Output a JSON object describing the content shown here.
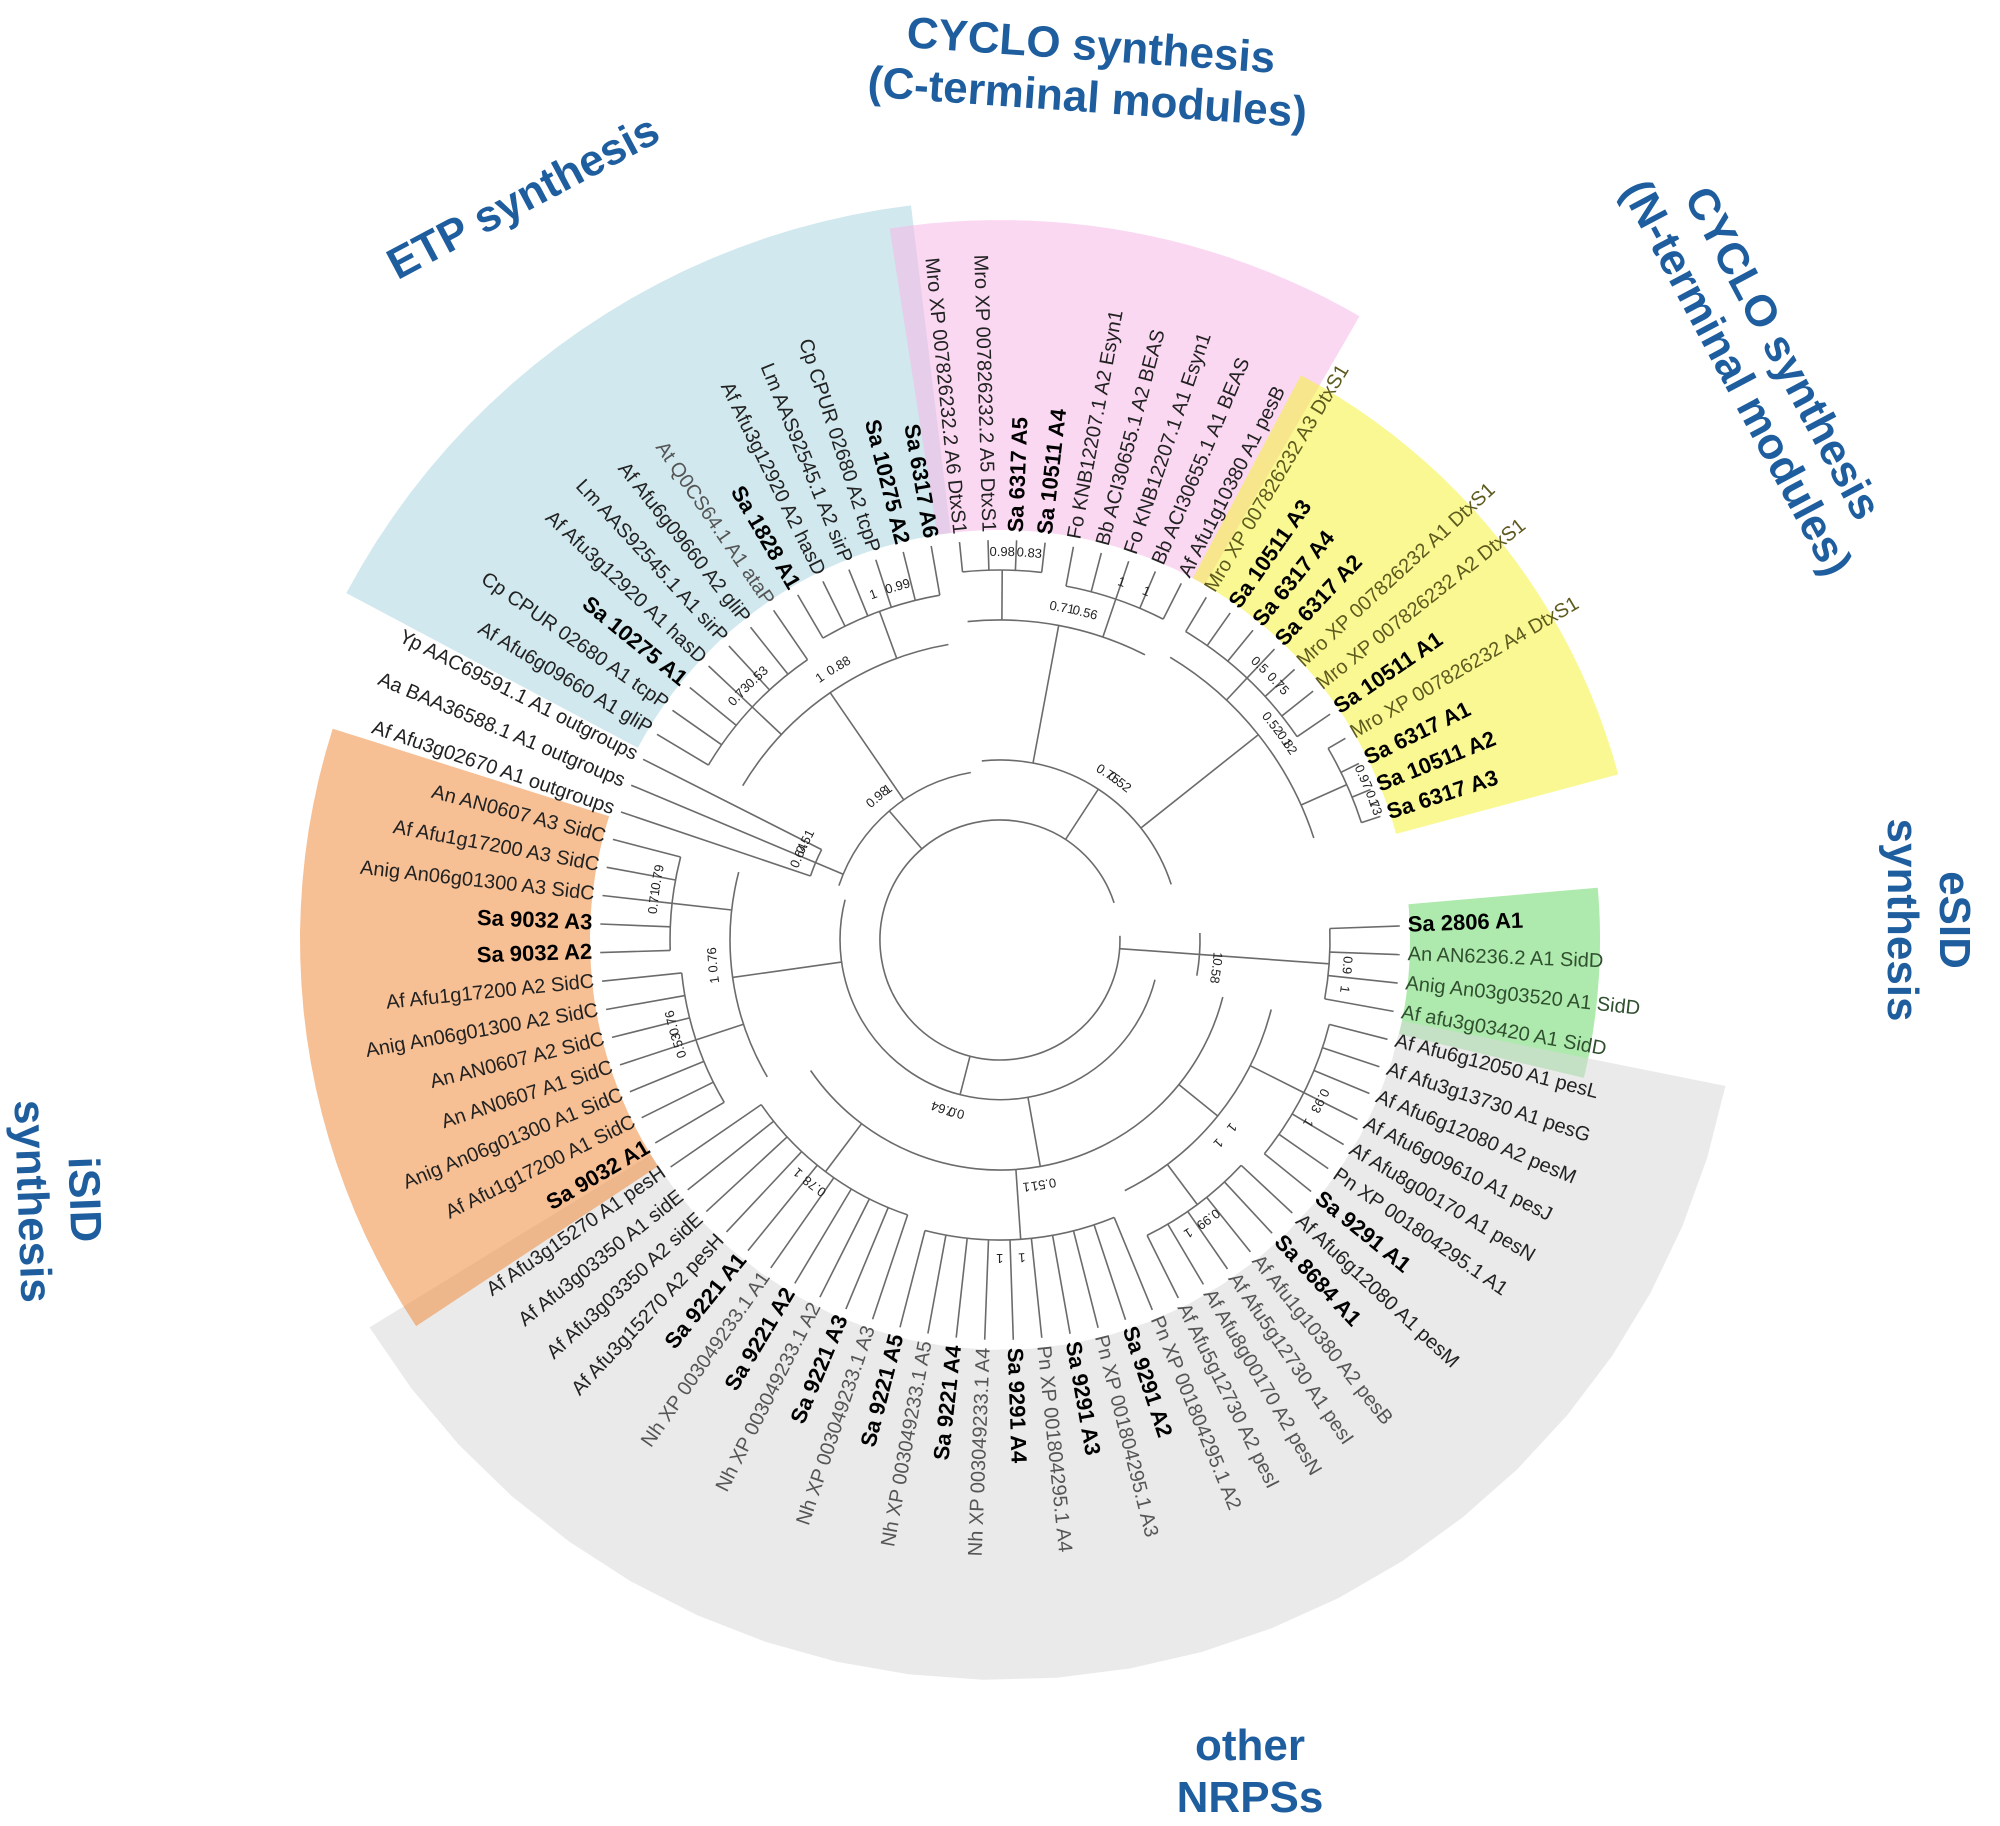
{
  "groups": [
    {
      "id": "etp",
      "label_lines": [
        "ETP synthesis"
      ],
      "color": "#a9d5e0"
    },
    {
      "id": "cyclo_c",
      "label_lines": [
        "CYCLO synthesis",
        "(C-terminal modules)"
      ],
      "color": "#f7b8e8"
    },
    {
      "id": "cyclo_n",
      "label_lines": [
        "CYCLO synthesis",
        "(N-terminal modules)"
      ],
      "color": "#f6f23a"
    },
    {
      "id": "esid",
      "label_lines": [
        "eSID",
        "synthesis"
      ],
      "color": "#6cd86a"
    },
    {
      "id": "other",
      "label_lines": [
        "other",
        "NRPSs"
      ],
      "color": "#d9d9d9"
    },
    {
      "id": "isid",
      "label_lines": [
        "iSID",
        "synthesis"
      ],
      "color": "#ee8a3c"
    }
  ],
  "leaves": [
    {
      "text": "Sa 6317 A3",
      "style": "bold"
    },
    {
      "text": "Sa 10511 A2",
      "style": "bold"
    },
    {
      "text": "Sa 6317 A1",
      "style": "bold"
    },
    {
      "text": "Mro XP 007826232 A4 DtxS1",
      "style": "olive"
    },
    {
      "text": "Sa 10511 A1",
      "style": "bold"
    },
    {
      "text": "Mro XP 007826232 A2 DtxS1",
      "style": "olive"
    },
    {
      "text": "Mro XP 007826232 A1 DtxS1",
      "style": "olive"
    },
    {
      "text": "Sa 6317 A2",
      "style": "bold"
    },
    {
      "text": "Sa 6317 A4",
      "style": "bold"
    },
    {
      "text": "Sa 10511 A3",
      "style": "bold"
    },
    {
      "text": "Mro XP 007826232 A3 DtxS1",
      "style": "olive"
    },
    {
      "text": "Af Afu1g10380 A1 pesB",
      "style": "normal"
    },
    {
      "text": "Bb ACI30655.1 A1 BEAS",
      "style": "normal"
    },
    {
      "text": "Fo KNB12207.1 A1 Esyn1",
      "style": "normal"
    },
    {
      "text": "Bb ACI30655.1 A2 BEAS",
      "style": "normal"
    },
    {
      "text": "Fo KNB12207.1 A2 Esyn1",
      "style": "normal"
    },
    {
      "text": "Sa 10511 A4",
      "style": "bold"
    },
    {
      "text": "Sa 6317 A5",
      "style": "bold"
    },
    {
      "text": "Mro XP 007826232.2 A5 DtxS1",
      "style": "normal"
    },
    {
      "text": "Mro XP 007826232.2 A6 DtxS1",
      "style": "normal"
    },
    {
      "text": "Sa 6317 A6",
      "style": "bold"
    },
    {
      "text": "Sa 10275 A2",
      "style": "bold"
    },
    {
      "text": "Cp CPUR 02680 A2 tcpP",
      "style": "normal"
    },
    {
      "text": "Lm AAS92545.1 A2 sirP",
      "style": "normal"
    },
    {
      "text": "Af Afu3g12920 A2 hasD",
      "style": "normal"
    },
    {
      "text": "Sa 1828 A1",
      "style": "bold"
    },
    {
      "text": "At Q0CS64.1 A1 ataP",
      "style": "grey"
    },
    {
      "text": "Af Afu6g09660 A2 gliP",
      "style": "normal"
    },
    {
      "text": "Lm AAS92545.1 A1 sirP",
      "style": "normal"
    },
    {
      "text": "Af Afu3g12920 A1 hasD",
      "style": "normal"
    },
    {
      "text": "Sa 10275 A1",
      "style": "bold"
    },
    {
      "text": "Cp CPUR 02680 A1 tcpP",
      "style": "normal"
    },
    {
      "text": "Af Afu6g09660 A1 gliP",
      "style": "normal"
    },
    {
      "text": "Yp AAC69591.1 A1 outgroups",
      "style": "normal"
    },
    {
      "text": "Aa BAA36588.1 A1 outgroups",
      "style": "normal"
    },
    {
      "text": "Af Afu3g02670 A1 outgroups",
      "style": "normal"
    },
    {
      "text": "An AN0607 A3 SidC",
      "style": "normal"
    },
    {
      "text": "Af Afu1g17200 A3 SidC",
      "style": "normal"
    },
    {
      "text": "Anig An06g01300 A3 SidC",
      "style": "normal"
    },
    {
      "text": "Sa 9032 A3",
      "style": "bold"
    },
    {
      "text": "Sa 9032 A2",
      "style": "bold"
    },
    {
      "text": "Af Afu1g17200 A2 SidC",
      "style": "normal"
    },
    {
      "text": "Anig An06g01300 A2 SidC",
      "style": "normal"
    },
    {
      "text": "An AN0607 A2 SidC",
      "style": "normal"
    },
    {
      "text": "An AN0607 A1 SidC",
      "style": "normal"
    },
    {
      "text": "Anig An06g01300 A1 SidC",
      "style": "normal"
    },
    {
      "text": "Af Afu1g17200 A1 SidC",
      "style": "normal"
    },
    {
      "text": "Sa 9032 A1",
      "style": "bold"
    },
    {
      "text": "Af Afu3g15270 A1 pesH",
      "style": "normal"
    },
    {
      "text": "Af Afu3g03350 A1 sidE",
      "style": "normal"
    },
    {
      "text": "Af Afu3g03350 A2 sidE",
      "style": "normal"
    },
    {
      "text": "Af Afu3g15270 A2 pesH",
      "style": "normal"
    },
    {
      "text": "Sa 9221 A1",
      "style": "bold"
    },
    {
      "text": "Nh XP 003049233.1 A1",
      "style": "grey"
    },
    {
      "text": "Sa 9221 A2",
      "style": "bold"
    },
    {
      "text": "Nh XP 003049233.1 A2",
      "style": "grey"
    },
    {
      "text": "Sa 9221 A3",
      "style": "bold"
    },
    {
      "text": "Nh XP 003049233.1 A3",
      "style": "grey"
    },
    {
      "text": "Sa 9221 A5",
      "style": "bold"
    },
    {
      "text": "Nh XP 003049233.1 A5",
      "style": "grey"
    },
    {
      "text": "Sa 9221 A4",
      "style": "bold"
    },
    {
      "text": "Nh XP 003049233.1 A4",
      "style": "grey"
    },
    {
      "text": "Sa 9291 A4",
      "style": "bold"
    },
    {
      "text": "Pn XP 001804295.1 A4",
      "style": "grey"
    },
    {
      "text": "Sa 9291 A3",
      "style": "bold"
    },
    {
      "text": "Pn XP 001804295.1 A3",
      "style": "grey"
    },
    {
      "text": "Sa 9291 A2",
      "style": "bold"
    },
    {
      "text": "Pn XP 001804295.1 A2",
      "style": "grey"
    },
    {
      "text": "Af Afu5g12730 A2 pesI",
      "style": "grey"
    },
    {
      "text": "Af Afu8g00170 A2 pesN",
      "style": "grey"
    },
    {
      "text": "Af Afu5g12730 A1 pesI",
      "style": "grey"
    },
    {
      "text": "Af Afu1g10380 A2 pesB",
      "style": "grey"
    },
    {
      "text": "Sa 8684 A1",
      "style": "bold"
    },
    {
      "text": "Af Afu6g12080 A1 pesM",
      "style": "normal"
    },
    {
      "text": "Sa 9291 A1",
      "style": "bold"
    },
    {
      "text": "Pn XP 001804295.1 A1",
      "style": "normal"
    },
    {
      "text": "Af Afu8g00170 A1 pesN",
      "style": "normal"
    },
    {
      "text": "Af Afu6g09610 A1 pesJ",
      "style": "normal"
    },
    {
      "text": "Af Afu6g12080 A2 pesM",
      "style": "normal"
    },
    {
      "text": "Af Afu3g13730 A1 pesG",
      "style": "normal"
    },
    {
      "text": "Af Afu6g12050 A1 pesL",
      "style": "normal"
    },
    {
      "text": "Af afu3g03420 A1 SidD",
      "style": "green"
    },
    {
      "text": "Anig An03g03520 A1 SidD",
      "style": "green"
    },
    {
      "text": "An AN6236.2 A1 SidD",
      "style": "green"
    },
    {
      "text": "Sa 2806 A1",
      "style": "bold"
    }
  ],
  "supports": [
    "0.52",
    "0.97",
    "0.5",
    "0.71",
    "1",
    "0.98",
    "1",
    "1",
    "0.73",
    "0.64",
    "1",
    "0.71",
    "0.53",
    "0.51",
    "0.78",
    "1",
    "1",
    "0.99",
    "0.93",
    "0.9",
    "0.75",
    "0.98",
    "0.7",
    "1",
    "0.82",
    "0.73",
    "0.75",
    "0.56",
    "1",
    "0.83",
    "0.88",
    "0.99",
    "0.53",
    "0.51",
    "0.76",
    "0.79",
    "0.76",
    "1",
    "1",
    "1",
    "1",
    "1",
    "1",
    "1",
    "0.52",
    "1",
    "0.64",
    "0.58",
    "1",
    "1"
  ]
}
